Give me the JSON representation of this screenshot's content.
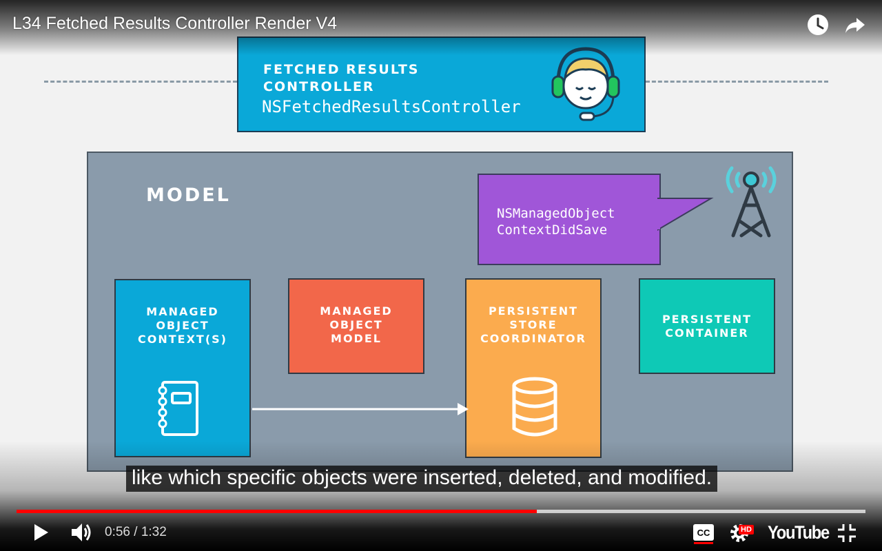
{
  "video": {
    "title": "L34 Fetched Results Controller Render V4",
    "caption": "like which specific objects were inserted, deleted, and modified."
  },
  "slide": {
    "frc_title": "FETCHED RESULTS\nCONTROLLER",
    "frc_class": "NSFetchedResultsController",
    "model_label": "MODEL",
    "notification": "NSManagedObject\nContextDidSave",
    "boxes": {
      "moc": "MANAGED\nOBJECT\nCONTEXT(S)",
      "mom": "MANAGED\nOBJECT\nMODEL",
      "psc": "PERSISTENT\nSTORE\nCOORDINATOR",
      "pc": "PERSISTENT\nCONTAINER"
    },
    "colors": {
      "frc": "#0aa8d8",
      "moc": "#0aa8d8",
      "mom": "#f2674a",
      "psc": "#fbab4e",
      "pc": "#0ec9b6",
      "notification": "#a056d8",
      "model_bg": "#8a9bab"
    }
  },
  "controls": {
    "current_time": "0:56",
    "duration": "1:32",
    "time_display": "0:56 / 1:32",
    "played_fraction": 0.613,
    "loaded_fraction": 1.0,
    "hd_badge": "HD",
    "logo": "YouTube",
    "icons": [
      "watch-later-icon",
      "share-icon",
      "play-icon",
      "volume-icon",
      "cc-icon",
      "settings-icon",
      "fullscreen-exit-icon"
    ],
    "progress_color": "#ff0000"
  }
}
